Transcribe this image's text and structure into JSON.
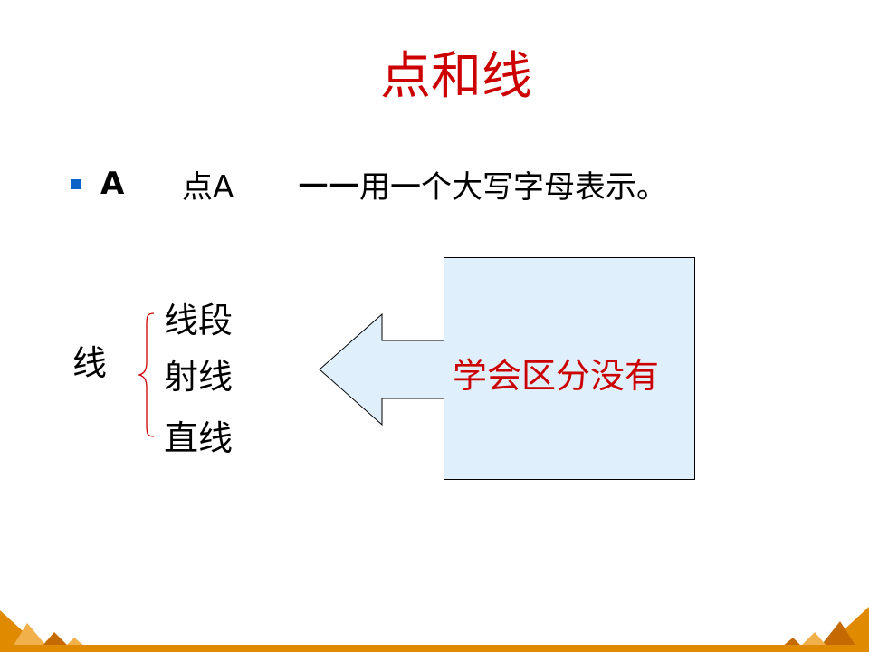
{
  "title": "点和线",
  "bullet": {
    "letter": "A",
    "point_label": "点A",
    "dash": "——",
    "description": "用一个大写字母表示。"
  },
  "classification": {
    "label": "线",
    "items": [
      "线段",
      "射线",
      "直线"
    ]
  },
  "callout": {
    "text": "学会区分没有"
  },
  "colors": {
    "title": "#cc0000",
    "callout_text": "#cc0000",
    "callout_fill": "#dff0fc",
    "arrow_fill": "#dff0fc",
    "bullet": "#0a64c8",
    "brace": "#cc0000",
    "accent": "#e08a00"
  }
}
